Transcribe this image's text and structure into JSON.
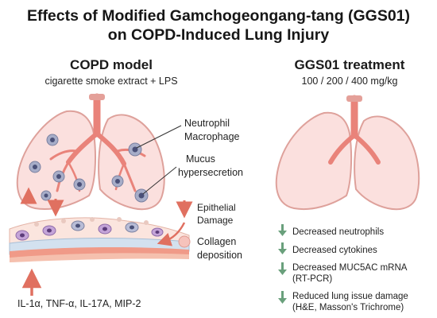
{
  "title": {
    "line1": "Effects of Modified Gamchogeongang-tang (GGS01)",
    "line2": "on COPD-Induced Lung Injury"
  },
  "left_panel": {
    "heading": "COPD model",
    "subheading": "cigarette smoke extract + LPS",
    "labels": {
      "neutrophil": "Neutrophil",
      "macrophage": "Macrophage",
      "mucus": "Mucus",
      "hypersecretion": "hypersecretion",
      "epithelial": "Epithelial",
      "damage": "Damage",
      "collagen": "Collagen",
      "deposition": "deposition"
    },
    "cytokines": "IL-1α, TNF-α, IL-17A, MIP-2"
  },
  "right_panel": {
    "heading": "GGS01 treatment",
    "subheading": "100 / 200 / 400 mg/kg",
    "effects": [
      "Decreased neutrophils",
      "Decreased cytokines",
      "Decreased MUC5AC mRNA",
      "(RT-PCR)",
      "Reduced lung issue damage",
      "(H&E, Masson's Trichrome)"
    ]
  },
  "colors": {
    "lung_fill": "#fbe0de",
    "lung_stroke": "#dea19b",
    "bronchi": "#e9837a",
    "up_arrow": "#e07060",
    "down_arrow": "#6aa07c",
    "cell_outer": "#a7adc8",
    "cell_nucleus": "#4a5078"
  }
}
